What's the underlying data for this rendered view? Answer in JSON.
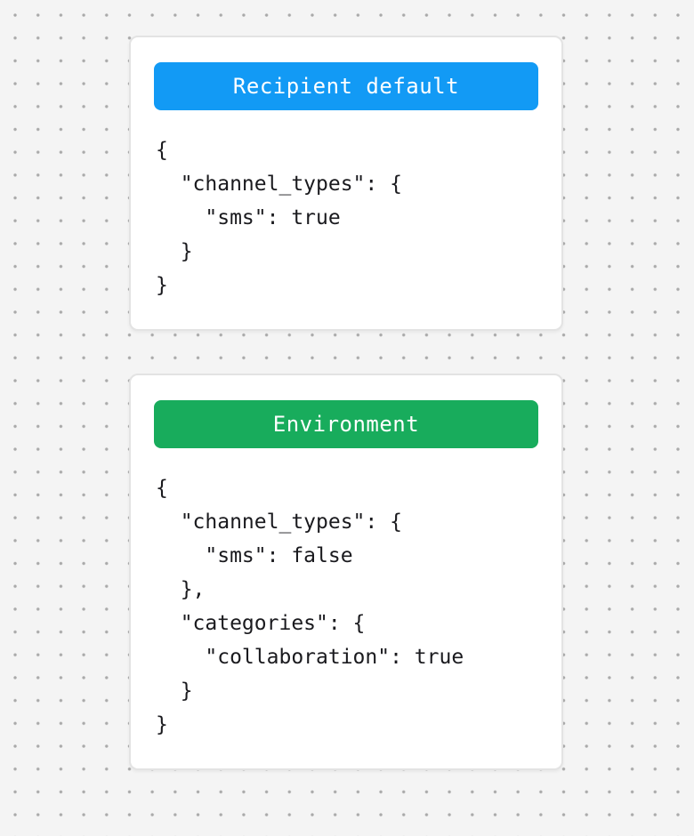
{
  "colors": {
    "canvas_background": "#f4f4f4",
    "canvas_dot": "#a9a9a9",
    "card_background": "#ffffff",
    "card_border": "#e3e3e3",
    "code_text": "#1a1a1e",
    "recipient_default_accent": "#129af5",
    "environment_accent": "#18ac5c",
    "pill_text": "#ffffff"
  },
  "cards": [
    {
      "label": "Recipient default",
      "accent_color": "#129af5",
      "code": "{\n  \"channel_types\": {\n    \"sms\": true\n  }\n}"
    },
    {
      "label": "Environment",
      "accent_color": "#18ac5c",
      "code": "{\n  \"channel_types\": {\n    \"sms\": false\n  },\n  \"categories\": {\n    \"collaboration\": true\n  }\n}"
    }
  ]
}
